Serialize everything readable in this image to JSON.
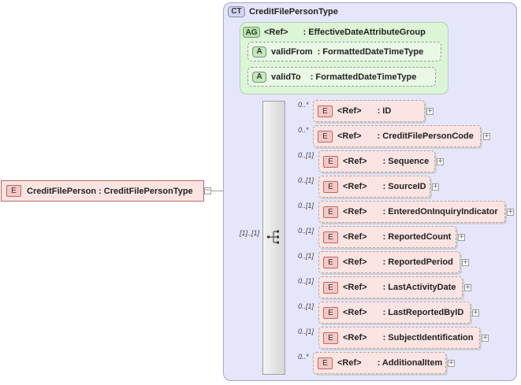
{
  "root": {
    "badge": "E",
    "label": "CreditFilePerson : CreditFilePersonType",
    "expander": "−"
  },
  "complex_type": {
    "badge": "CT",
    "name": "CreditFilePersonType"
  },
  "attribute_group": {
    "badge": "AG",
    "ref": "<Ref>",
    "name": ": EffectiveDateAttributeGroup",
    "attributes": [
      {
        "badge": "A",
        "name": "validFrom",
        "type": ": FormattedDateTimeType"
      },
      {
        "badge": "A",
        "name": "validTo",
        "type": ": FormattedDateTimeType"
      }
    ]
  },
  "sequence": {
    "cardinality": "[1]..[1]"
  },
  "elements": [
    {
      "badge": "E",
      "ref": "<Ref>",
      "name": ": ID",
      "cardinality": "0..*"
    },
    {
      "badge": "E",
      "ref": "<Ref>",
      "name": ": CreditFilePersonCode",
      "cardinality": "0..*"
    },
    {
      "badge": "E",
      "ref": "<Ref>",
      "name": ": Sequence",
      "cardinality": "0..[1]"
    },
    {
      "badge": "E",
      "ref": "<Ref>",
      "name": ": SourceID",
      "cardinality": "0..[1]"
    },
    {
      "badge": "E",
      "ref": "<Ref>",
      "name": ": EnteredOnInquiryIndicator",
      "cardinality": "0..[1]"
    },
    {
      "badge": "E",
      "ref": "<Ref>",
      "name": ": ReportedCount",
      "cardinality": "0..[1]"
    },
    {
      "badge": "E",
      "ref": "<Ref>",
      "name": ": ReportedPeriod",
      "cardinality": "0..[1]"
    },
    {
      "badge": "E",
      "ref": "<Ref>",
      "name": ": LastActivityDate",
      "cardinality": "0..[1]"
    },
    {
      "badge": "E",
      "ref": "<Ref>",
      "name": ": LastReportedByID",
      "cardinality": "0..[1]"
    },
    {
      "badge": "E",
      "ref": "<Ref>",
      "name": ": SubjectIdentification",
      "cardinality": "0..[1]"
    },
    {
      "badge": "E",
      "ref": "<Ref>",
      "name": ": AdditionalItem",
      "cardinality": "0..*"
    }
  ],
  "expander_symbol": "+",
  "colors": {
    "complex_type_bg": "#e6e6fb",
    "attribute_group_bg": "#dbf5d6",
    "element_bg": "#fbe4e2",
    "element_badge": "#f6c8c5"
  }
}
